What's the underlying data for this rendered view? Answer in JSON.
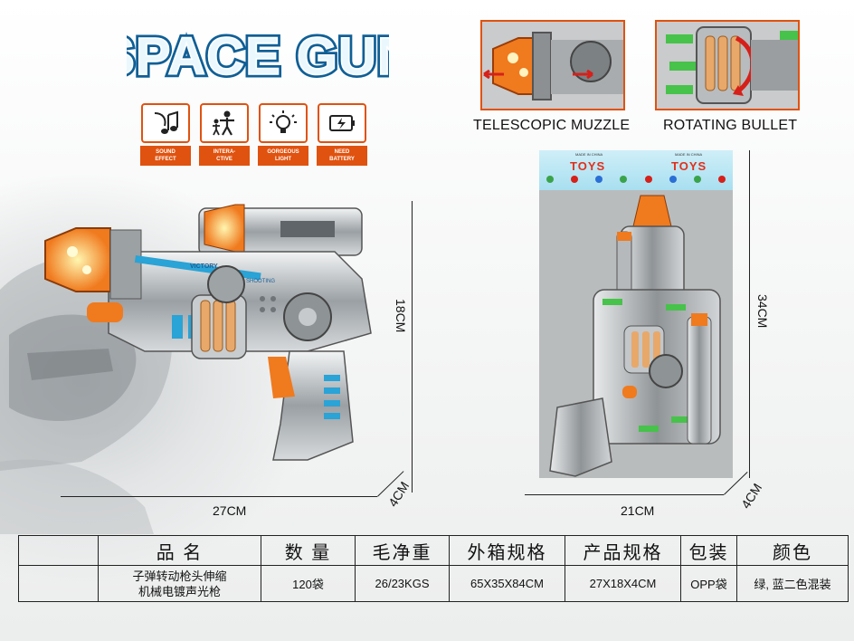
{
  "title": "SPACE GUN",
  "features": [
    {
      "label": "SOUND\nEFFECT",
      "icon": "music-note-icon"
    },
    {
      "label": "INTERA-\nCTIVE",
      "icon": "figures-icon"
    },
    {
      "label": "GORGEOUS\nLIGHT",
      "icon": "light-bulb-icon"
    },
    {
      "label": "NEED\nBATTERY",
      "icon": "battery-icon"
    }
  ],
  "details": [
    {
      "label": "TELESCOPIC MUZZLE"
    },
    {
      "label": "ROTATING BULLET"
    }
  ],
  "product_dims": {
    "height": "18CM",
    "width": "27CM",
    "depth": "4CM"
  },
  "package_dims": {
    "height": "34CM",
    "width": "21CM",
    "depth": "4CM"
  },
  "package_header": {
    "toys_text": "TOYS",
    "made_in": "MADE IN CHINA"
  },
  "gun_text": {
    "victory": "VICTORY",
    "shooting": "SHOOTING"
  },
  "table": {
    "headers": [
      "品 名",
      "数 量",
      "毛净重",
      "外箱规格",
      "产品规格",
      "包装",
      "颜色"
    ],
    "row": {
      "watermark": "",
      "name_line1": "子弹转动枪头伸缩",
      "name_line2": "机械电镀声光枪",
      "quantity": "120袋",
      "weight": "26/23KGS",
      "carton": "65X35X84CM",
      "product_size": "27X18X4CM",
      "packing": "OPP袋",
      "color": "绿, 蓝二色混装"
    }
  },
  "colors": {
    "accent": "#e0520f",
    "blue": "#2aa3d6",
    "green": "#47c24a"
  }
}
